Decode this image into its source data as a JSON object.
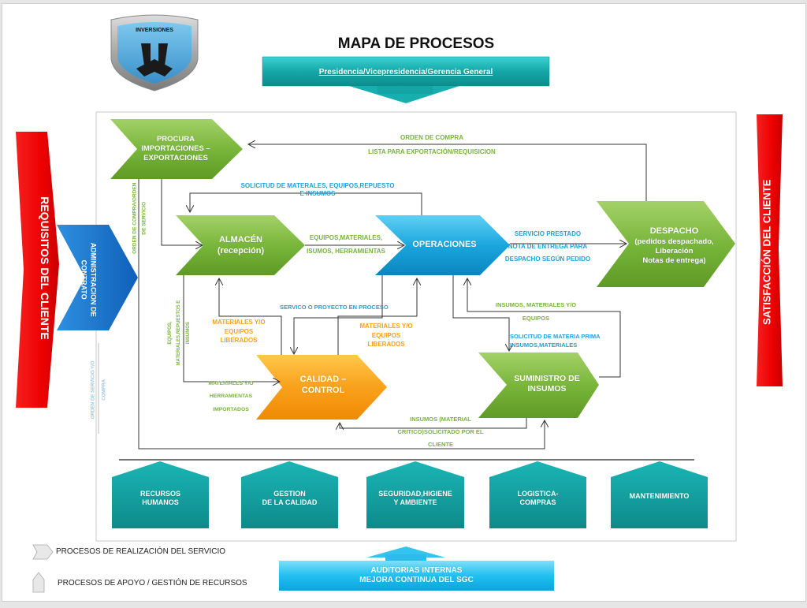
{
  "title": "MAPA DE PROCESOS",
  "logo": {
    "text": "INVERSIONES",
    "icon": "shield-logo-icon"
  },
  "top_banner": {
    "label": "Presidencia/Vicepresidencia/Gerencia General"
  },
  "left_input": {
    "label": "REQUISITOS DEL CLIENTE"
  },
  "right_output": {
    "label": "SATISFACCIÓN DEL CLIENTE"
  },
  "contract": {
    "label": "ADMINISTRACION DE CONTRATO"
  },
  "processes": {
    "procura": {
      "lines": [
        "PROCURA",
        "IMPORTACIONES –",
        "EXPORTACIONES"
      ]
    },
    "almacen": {
      "lines": [
        "ALMACÉN",
        "(recepción)"
      ]
    },
    "operaciones": {
      "lines": [
        "OPERACIONES"
      ]
    },
    "despacho": {
      "lines": [
        "DESPACHO",
        "(pedidos despachado,",
        "Liberación",
        "Notas de entrega)"
      ]
    },
    "calidad": {
      "lines": [
        "CALIDAD –",
        "CONTROL"
      ]
    },
    "suministro": {
      "lines": [
        "SUMINISTRO DE",
        "INSUMOS"
      ]
    }
  },
  "flows": {
    "orden_compra": [
      "ORDEN DE COMPRA",
      "LISTA PARA EXPORTACIÓN/REQUISICION"
    ],
    "solicitud_materiales": [
      "SOLICITUD DE MATERALES, EQUIPOS,REPUESTO",
      "E INSUMOS"
    ],
    "equipos_materiales": [
      "EQUIPOS,MATERIALES,",
      "ISUMOS, HERRAMIENTAS"
    ],
    "servicio_prestado": [
      "SERVICIO PRESTADO",
      "NOTA DE ENTREGA PARA",
      "DESPACHO SEGÚN PEDIDO"
    ],
    "servicio_proceso": "SERVICO O PROYECTO EN PROCESO",
    "materiales_liberados_left": [
      "MATERIALES Y/O",
      "EQUIPOS",
      "LIBERADOS"
    ],
    "materiales_liberados_right": [
      "MATERIALES Y/O",
      "EQUIPOS",
      "LIBERADOS"
    ],
    "insumos_materiales_equipos": [
      "INSUMOS, MATERIALES Y/O",
      "EQUIPOS"
    ],
    "solicitud_materia_prima": [
      "SOLICITUD DE MATERIA PRIMA",
      "INSUMOS,MATERIALES"
    ],
    "materiales_herramientas": [
      "MATERIALES Y/O",
      "HERRAMIENTAS",
      "IMPORTADOS"
    ],
    "insumos_critico": [
      "INSUMOS (MATERIAL",
      "CRITICO)SOLICITADO POR EL",
      "CLIENTE"
    ],
    "orden_compra_servicio": [
      "ORDEN DE COMPRA/ORDEN",
      "DE SERVICIO"
    ],
    "equipos_repuestos": [
      "EQUIPOS,",
      "MATERIALES,REPUESTOS E",
      "INSUMOS"
    ],
    "orden_servicio_compra": [
      "ORDEN DE SERVICIO Y/O",
      "COMPRA"
    ]
  },
  "support": [
    {
      "lines": [
        "RECURSOS",
        "HUMANOS"
      ]
    },
    {
      "lines": [
        "GESTION",
        "DE LA CALIDAD"
      ]
    },
    {
      "lines": [
        "SEGURIDAD,HIGIENE",
        "Y AMBIENTE"
      ]
    },
    {
      "lines": [
        "LOGISTICA-",
        "COMPRAS"
      ]
    },
    {
      "lines": [
        "MANTENIMIENTO"
      ]
    }
  ],
  "legend": [
    {
      "icon": "chevron-shape-icon",
      "label": "PROCESOS DE REALIZACIÓN DEL SERVICIO"
    },
    {
      "icon": "pentagon-shape-icon",
      "label": "PROCESOS DE APOYO / GESTIÓN DE RECURSOS"
    }
  ],
  "bottom_banner": {
    "lines": [
      "AUDITORIAS INTERNAS",
      "MEJORA CONTINUA DEL SGC"
    ]
  },
  "colors": {
    "green": "#77b33a",
    "blue": "#1ba3dc",
    "orange": "#f7a21b",
    "teal": "#139a9a",
    "red": "#ee1111",
    "contract_blue": "#1a78d0"
  }
}
